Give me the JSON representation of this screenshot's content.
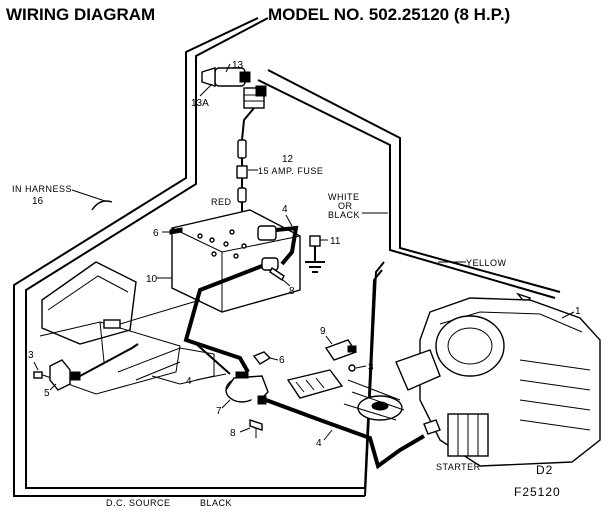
{
  "header": {
    "left_title": "WIRING DIAGRAM",
    "right_title": "MODEL NO. 502.25120 (8 H.P.)"
  },
  "labels": {
    "in_harness": "IN HARNESS",
    "in_harness_num": "16",
    "fuse_desc": "15 AMP. FUSE",
    "red": "RED",
    "white": "WHITE",
    "or": "OR",
    "black": "BLACK",
    "yellow": "YELLOW",
    "dc_source": "D.C. SOURCE",
    "dc_black": "BLACK",
    "starter": "STARTER",
    "code_d2": "D2",
    "code_f": "F25120"
  },
  "callouts": {
    "c1": "1",
    "c3a": "3",
    "c3b": "3",
    "c4a": "4",
    "c4b": "4",
    "c4c": "4",
    "c5": "5",
    "c6a": "6",
    "c6b": "6",
    "c7": "7",
    "c8a": "8",
    "c8b": "8",
    "c9": "9",
    "c10": "10",
    "c11": "11",
    "c12": "12",
    "c13": "13",
    "c13a": "13A"
  }
}
